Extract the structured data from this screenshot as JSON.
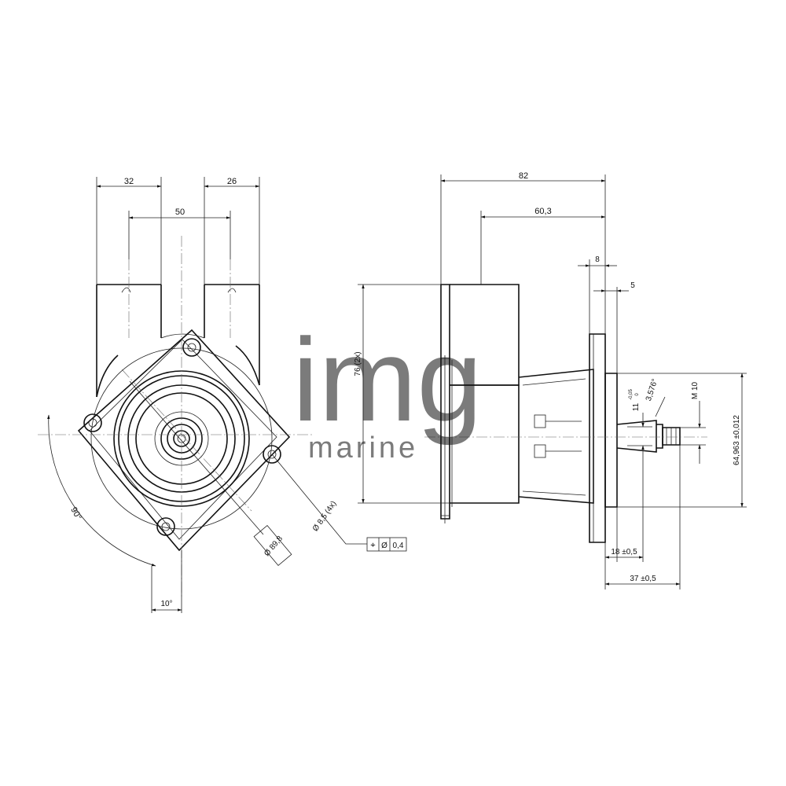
{
  "watermark": {
    "brand": "img",
    "sub": "marine"
  },
  "front_view": {
    "dim_left_port": "32",
    "dim_right_port": "26",
    "dim_port_spacing": "50",
    "dim_bolt_circle": "Ø 89,8",
    "dim_hole": "Ø 8,5 (4x)",
    "dim_angle_90": "90°",
    "dim_angle_10": "10°",
    "position_tolerance": {
      "symbol": "⌖",
      "diameter": "Ø",
      "value": "0,4"
    }
  },
  "side_view": {
    "dim_overall": "82",
    "dim_body": "60,3",
    "dim_flange": "8",
    "dim_flange_thin": "5",
    "dim_height": "76 (2x)",
    "dim_shaft_dia": "64,963 ±0,012",
    "dim_thread": "M 10",
    "dim_taper": "3,576°",
    "dim_key": "11",
    "dim_key_tol_upper": "-0,05",
    "dim_key_tol_lower": "0",
    "dim_shaft_18": "18 ±0,5",
    "dim_shaft_37": "37 ±0,5"
  },
  "colors": {
    "line": "#111111",
    "watermark": "#b9c2cc"
  }
}
